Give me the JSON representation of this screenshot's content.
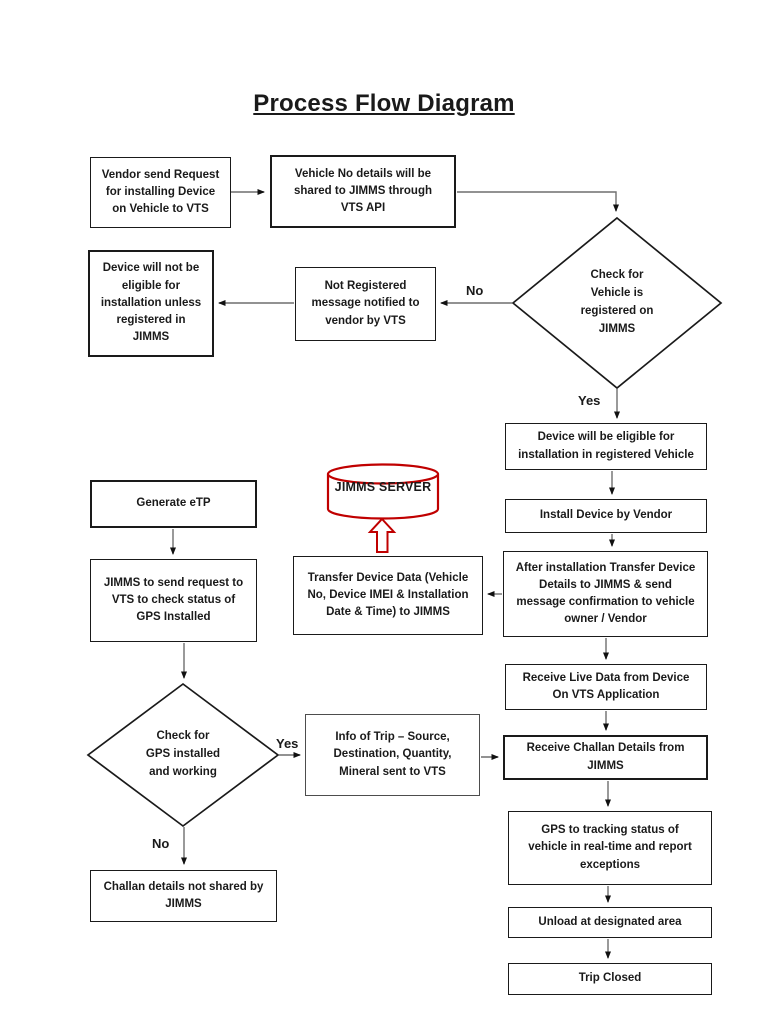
{
  "title": "Process Flow Diagram",
  "nodes": {
    "vendor_request": "Vendor send Request\nfor installing Device\non Vehicle to VTS",
    "vehicle_no_details": "Vehicle No details will be\nshared to JIMMS through\nVTS API",
    "check_vehicle_registered": "Check for\nVehicle is\nregistered on\nJIMMS",
    "not_registered_msg": "Not Registered\nmessage notified to\nvendor by VTS",
    "device_not_eligible": "Device will not be\neligible for\ninstallation unless\nregistered in\nJIMMS",
    "device_eligible": "Device will be eligible for\ninstallation in registered Vehicle",
    "install_device": "Install Device by Vendor",
    "after_installation": "After installation Transfer Device\nDetails to JIMMS & send\nmessage confirmation to vehicle\nowner / Vendor",
    "transfer_device_data": "Transfer Device Data (Vehicle\nNo, Device IMEI & Installation\nDate & Time) to JIMMS",
    "jimms_server": "JIMMS SERVER",
    "receive_live_data": "Receive Live Data from Device\nOn VTS Application",
    "receive_challan": "Receive Challan Details from\nJIMMS",
    "gps_tracking": "GPS to tracking status of\nvehicle in real-time and report\nexceptions",
    "unload": "Unload at designated area",
    "trip_closed": "Trip Closed",
    "generate_etp": "Generate eTP",
    "jimms_send_request": "JIMMS to send request to\nVTS to check status of\nGPS Installed",
    "check_gps": "Check for\nGPS installed\nand working",
    "info_of_trip": "Info of Trip – Source,\nDestination, Quantity,\nMineral sent to VTS",
    "challan_not_shared": "Challan details not shared by\nJIMMS"
  },
  "labels": {
    "no_top": "No",
    "yes_top": "Yes",
    "yes_bottom": "Yes",
    "no_bottom": "No"
  },
  "colors": {
    "server_accent": "#c00000",
    "box_border": "#1a1a1a",
    "connector": "#6f6f6f"
  }
}
